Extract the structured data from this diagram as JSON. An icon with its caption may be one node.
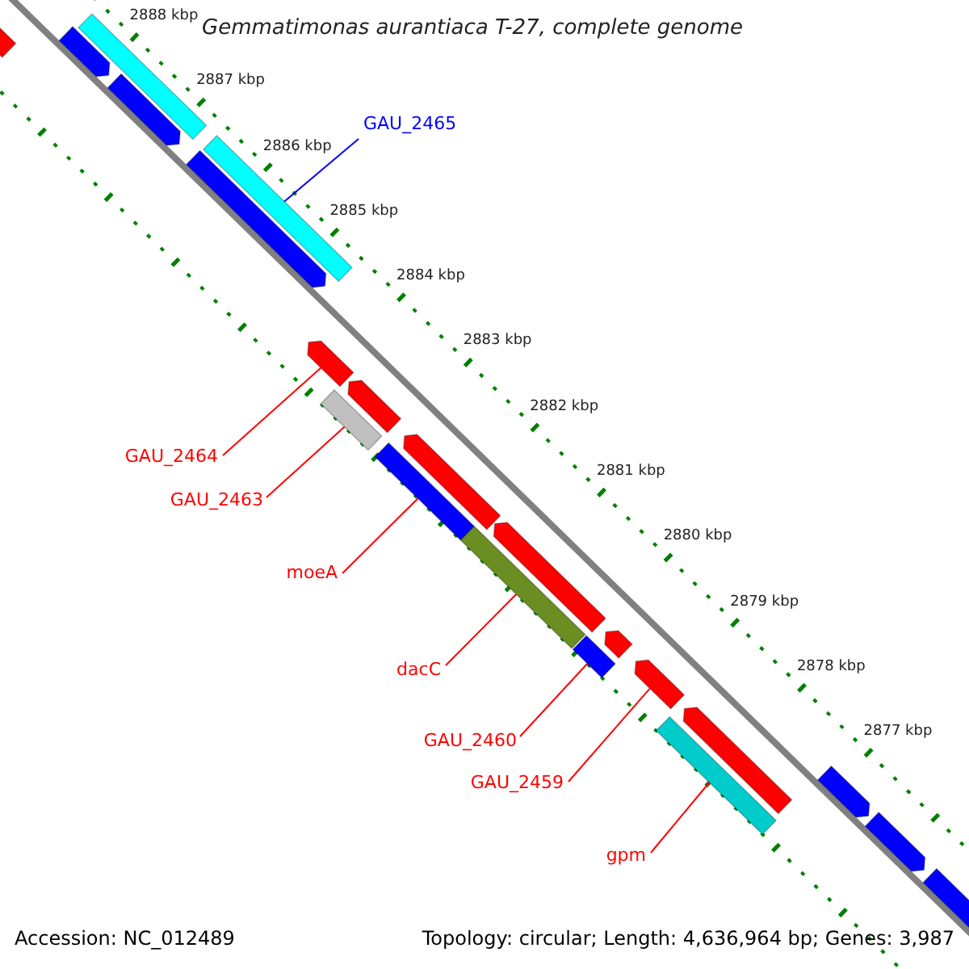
{
  "diagram": {
    "title": "Gemmatimonas aurantiaca T-27, complete genome",
    "nodes": [
      {
        "text": [
          "GAU_2465"
        ]
      },
      {
        "text": [
          "GAU_2464"
        ]
      },
      {
        "text": [
          "GAU_2463"
        ]
      },
      {
        "text": [
          "moeA"
        ]
      },
      {
        "text": [
          "dacC"
        ]
      },
      {
        "text": [
          "GAU_2460"
        ]
      },
      {
        "text": [
          "GAU_2459"
        ]
      },
      {
        "text": [
          "gpm"
        ]
      },
      {
        "text": [],
        "shape": "bar"
      },
      {
        "text": [],
        "shape": "bar"
      },
      {
        "text": [],
        "shape": "bar"
      },
      {
        "text": [],
        "shape": "bar"
      },
      {
        "text": [],
        "shape": "bar"
      },
      {
        "text": [],
        "shape": "bar"
      },
      {
        "text": [],
        "shape": "bar"
      },
      {
        "text": [],
        "shape": "bar"
      },
      {
        "text": [],
        "shape": "bar"
      },
      {
        "text": [],
        "shape": "bar"
      },
      {
        "text": [],
        "shape": "bar"
      },
      {
        "text": [],
        "shape": "bar"
      },
      {
        "text": [],
        "shape": "bar"
      },
      {
        "text": [],
        "shape": "bar"
      },
      {
        "text": [],
        "shape": "bar"
      },
      {
        "text": [],
        "shape": "bar"
      },
      {
        "text": [],
        "shape": "bar"
      },
      {
        "text": [],
        "shape": "bar"
      },
      {
        "text": [],
        "shape": "bar"
      },
      {
        "text": [],
        "shape": "bar"
      },
      {
        "text": [],
        "shape": "bar"
      }
    ],
    "edges": [
      {
        "from": 0,
        "to": 13,
        "arrow": "none",
        "color": "#0000ff"
      },
      {
        "from": 1,
        "to": 14,
        "arrow": "none"
      },
      {
        "from": 2,
        "to": 15,
        "arrow": "none"
      },
      {
        "from": 3,
        "to": 17,
        "arrow": "none"
      },
      {
        "from": 4,
        "to": 19,
        "arrow": "none"
      },
      {
        "from": 5,
        "to": 21,
        "arrow": "none"
      },
      {
        "from": 6,
        "to": 23,
        "arrow": "none"
      },
      {
        "from": 7,
        "to": 24,
        "arrow": "none"
      }
    ],
    "labels": [
      "2888 kbp",
      "2887 kbp",
      "2886 kbp",
      "2885 kbp",
      "2884 kbp",
      "2883 kbp",
      "2882 kbp",
      "2881 kbp",
      "2880 kbp",
      "2879 kbp",
      "2878 kbp",
      "2877 kbp",
      "Accession: NC_012489",
      "Topology: circular; Length: 4,636,964 bp; Genes: 3,987"
    ]
  }
}
